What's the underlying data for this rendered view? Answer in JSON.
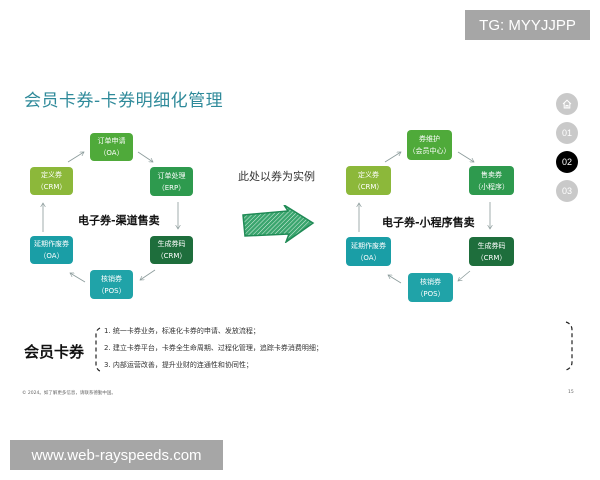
{
  "watermarks": {
    "top_right": "TG: MYYJJPP",
    "bottom_left": "www.web-rayspeeds.com"
  },
  "slide": {
    "title": "会员卡券-卡券明细化管理",
    "nav": {
      "home_icon": "home-icon",
      "items": [
        "01",
        "02",
        "03"
      ],
      "active": "02"
    },
    "note": "此处以券为实例",
    "arrow_icon": "hatched-arrow-right-icon",
    "diagrams": [
      {
        "center_label": "电子券-渠道售卖",
        "nodes": [
          {
            "name": "订单申请",
            "system": "（OA）",
            "color": "#4faa3a"
          },
          {
            "name": "订单处理",
            "system": "（ERP）",
            "color": "#2e9a4e"
          },
          {
            "name": "生成券码",
            "system": "（CRM）",
            "color": "#1e6e3c"
          },
          {
            "name": "核销券",
            "system": "（POS）",
            "color": "#20a3a8"
          },
          {
            "name": "延期作废券",
            "system": "（OA）",
            "color": "#20a3a8"
          },
          {
            "name": "定义券",
            "system": "（CRM）",
            "color": "#8cb83a"
          }
        ]
      },
      {
        "center_label": "电子券-小程序售卖",
        "nodes": [
          {
            "name": "券维护",
            "system": "（会员中心）",
            "color": "#4faa3a"
          },
          {
            "name": "售卖券",
            "system": "（小程序）",
            "color": "#2e9a4e"
          },
          {
            "name": "生成券码",
            "system": "（CRM）",
            "color": "#1e6e3c"
          },
          {
            "name": "核销券",
            "system": "（POS）",
            "color": "#20a3a8"
          },
          {
            "name": "延期作废券",
            "system": "（OA）",
            "color": "#20a3a8"
          },
          {
            "name": "定义券",
            "system": "（CRM）",
            "color": "#8cb83a"
          }
        ]
      }
    ],
    "section": {
      "label": "会员卡券",
      "items": [
        "1.  统一卡券业务，标准化卡券的申请、发放流程；",
        "2.  建立卡券平台，卡券全生命周期、过程化管理，追踪卡券消费明细；",
        "3.  内部运营改善，提升业财的连通性和协同性；"
      ]
    },
    "footer": "© 2024。如了解更多信息，请联系德勤中国。",
    "page_number": "15"
  }
}
